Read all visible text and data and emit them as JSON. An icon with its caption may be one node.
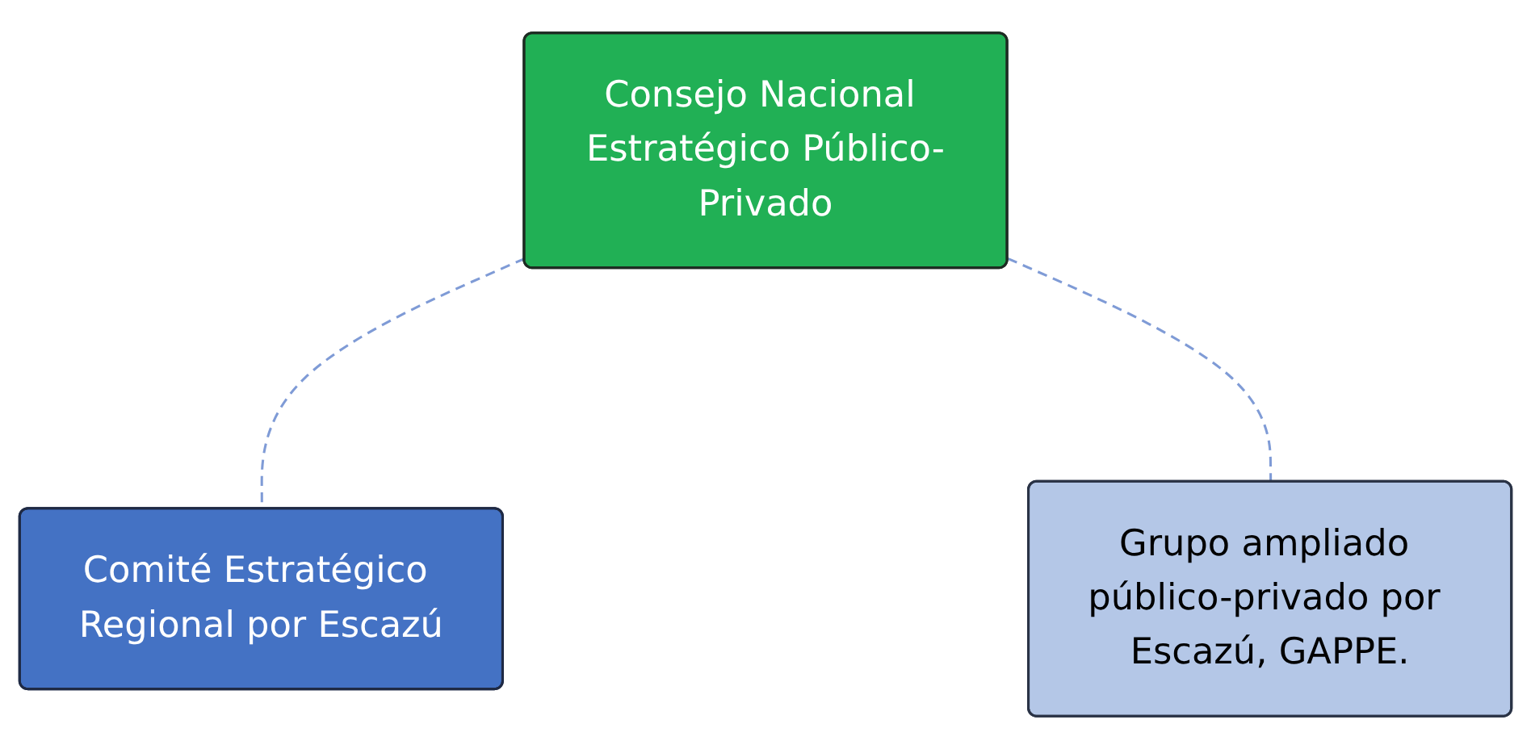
{
  "diagram": {
    "nodes": [
      {
        "text": [
          "Consejo Nacional Estratégico Público-Privado"
        ]
      },
      {
        "text": [
          "Comité Estratégico Regional por Escazú"
        ]
      },
      {
        "text": [
          "Grupo ampliado público-privado por Escazú, GAPPE."
        ]
      }
    ],
    "edges": [
      {
        "from": 0,
        "to": 1,
        "arrow": "none",
        "style": "dashed"
      },
      {
        "from": 0,
        "to": 2,
        "arrow": "none",
        "style": "dashed"
      }
    ]
  }
}
